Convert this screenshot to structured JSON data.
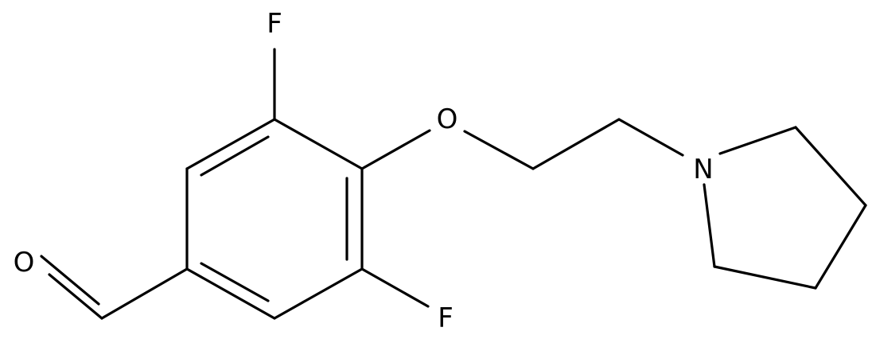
{
  "structure": {
    "atoms": {
      "F_top": "F",
      "F_bottom": "F",
      "O_ether": "O",
      "O_aldehyde": "O",
      "N_ring": "N"
    }
  },
  "colors": {
    "bond": "#000000",
    "label": "#000000",
    "background": "#ffffff"
  }
}
